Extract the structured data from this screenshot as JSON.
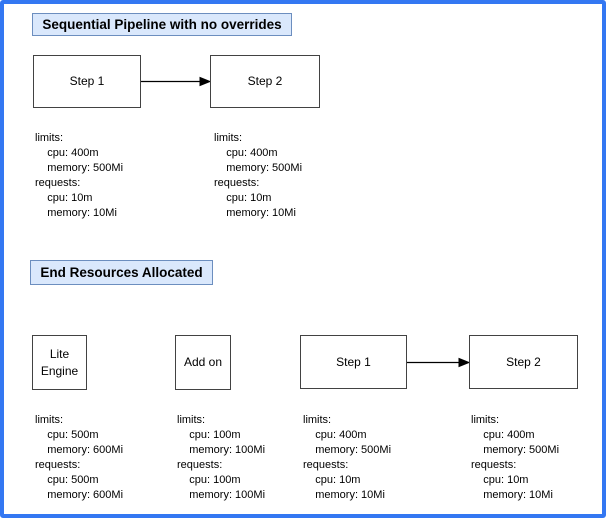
{
  "diagram_type": "pipeline-resource-diagram",
  "colors": {
    "frame_border": "#3377f2",
    "section_title_fill": "#dae8fc",
    "section_title_border": "#6c8ebf",
    "node_fill": "#ffffff",
    "node_border": "#424242",
    "text": "#000000",
    "arrow": "#000000"
  },
  "sections": [
    {
      "title": "Sequential Pipeline with no overrides",
      "nodes": [
        {
          "label": "Step 1",
          "resources": "limits:\n    cpu: 400m\n    memory: 500Mi\nrequests:\n    cpu: 10m\n    memory: 10Mi"
        },
        {
          "label": "Step 2",
          "resources": "limits:\n    cpu: 400m\n    memory: 500Mi\nrequests:\n    cpu: 10m\n    memory: 10Mi"
        }
      ],
      "connections": [
        {
          "from": "Step 1",
          "to": "Step 2"
        }
      ]
    },
    {
      "title": "End Resources Allocated",
      "nodes": [
        {
          "label": "Lite\nEngine",
          "resources": "limits:\n    cpu: 500m\n    memory: 600Mi\nrequests:\n    cpu: 500m\n    memory: 600Mi"
        },
        {
          "label": "Add on",
          "resources": "limits:\n    cpu: 100m\n    memory: 100Mi\nrequests:\n    cpu: 100m\n    memory: 100Mi"
        },
        {
          "label": "Step 1",
          "resources": "limits:\n    cpu: 400m\n    memory: 500Mi\nrequests:\n    cpu: 10m\n    memory: 10Mi"
        },
        {
          "label": "Step 2",
          "resources": "limits:\n    cpu: 400m\n    memory: 500Mi\nrequests:\n    cpu: 10m\n    memory: 10Mi"
        }
      ],
      "connections": [
        {
          "from": "Step 1",
          "to": "Step 2"
        }
      ]
    }
  ]
}
